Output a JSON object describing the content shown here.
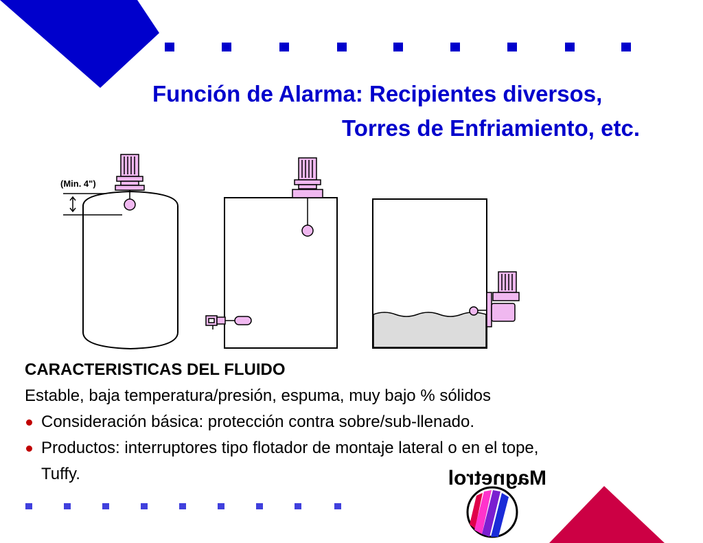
{
  "slide": {
    "title_line1": "Función de Alarma: Recipientes diversos,",
    "title_line2": "Torres de Enfriamiento, etc.",
    "dimension_label": "(Min. 4\")",
    "section_heading": "CARACTERISTICAS DEL FLUIDO",
    "description": "Estable, baja temperatura/presión, espuma, muy bajo % sólidos",
    "bullets": [
      "Consideración básica: protección contra sobre/sub-llenado.",
      "Productos: interruptores tipo flotador de montaje lateral o en el tope, Tuffy."
    ],
    "bullet2_line1": "Productos: interruptores tipo flotador de montaje lateral o en el tope,",
    "bullet2_line2": "Tuffy.",
    "brand": "Magnetrol"
  },
  "colors": {
    "title": "#0000cc",
    "accent_blue": "#0000cc",
    "accent_red": "#cc0044",
    "bullet": "#c00000",
    "switch_fill": "#f0b8f0",
    "liquid": "#dcdcdc"
  }
}
